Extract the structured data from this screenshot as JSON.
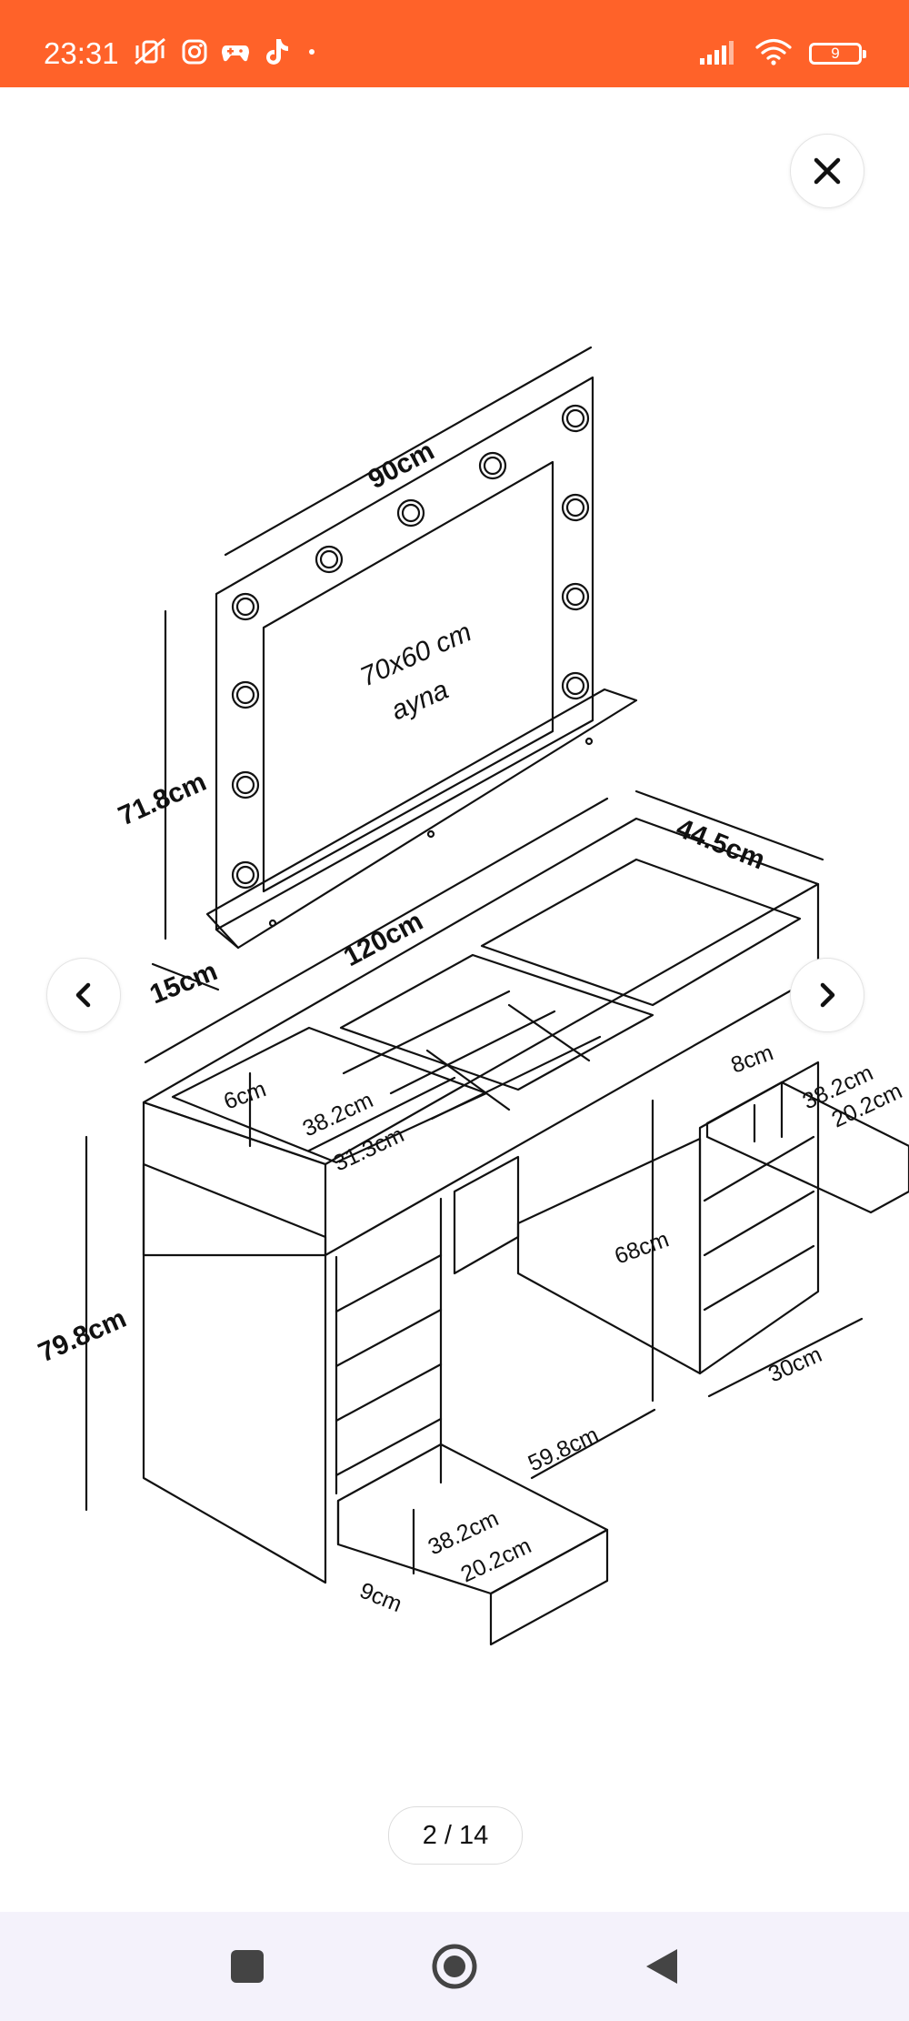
{
  "status_bar": {
    "time": "23:31",
    "battery_level": "9",
    "icons_left": [
      "mute-vibrate-icon",
      "instagram-icon",
      "gamepad-icon",
      "tiktok-icon",
      "dot-icon"
    ],
    "icons_right": [
      "signal-icon",
      "wifi-icon",
      "battery-icon"
    ]
  },
  "viewer": {
    "close_label": "close",
    "prev_label": "previous",
    "next_label": "next",
    "page_indicator": "2 / 14"
  },
  "diagram_labels": {
    "mirror_width": "90cm",
    "mirror_glass": "70x60 cm",
    "mirror_word": "ayna",
    "mirror_height": "71.8cm",
    "mirror_base_depth": "15cm",
    "table_width": "120cm",
    "table_depth": "44.5cm",
    "table_height": "79.8cm",
    "tray_depth": "6cm",
    "tray_width": "38.2cm",
    "tray_length": "31.3cm",
    "right_drawer_height": "8cm",
    "right_drawer_width": "38.2cm",
    "right_drawer_depth": "20.2cm",
    "knee_height": "68cm",
    "cabinet_depth": "30cm",
    "knee_width": "59.8cm",
    "left_drawer_width": "38.2cm",
    "left_drawer_depth": "20.2cm",
    "left_drawer_height": "9cm"
  },
  "colors": {
    "status_bar": "#ff6229",
    "nav_bar": "#f4f2fb",
    "line_art": "#111111"
  }
}
